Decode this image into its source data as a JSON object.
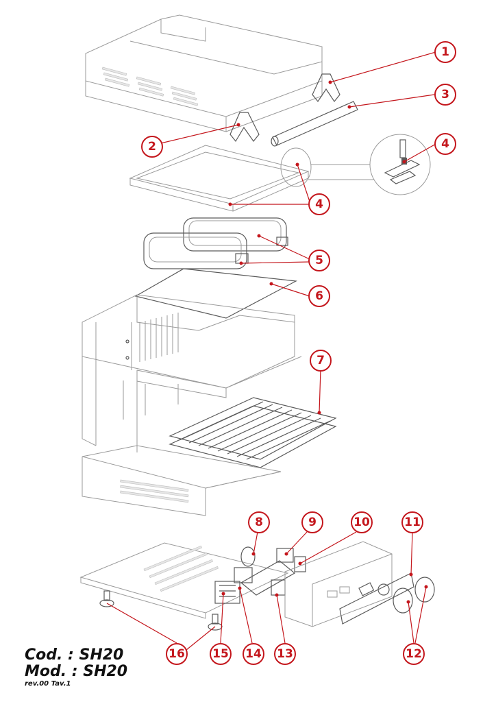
{
  "callouts": [
    {
      "number": "1"
    },
    {
      "number": "2"
    },
    {
      "number": "3"
    },
    {
      "number": "4"
    },
    {
      "number": "4"
    },
    {
      "number": "5"
    },
    {
      "number": "6"
    },
    {
      "number": "7"
    },
    {
      "number": "8"
    },
    {
      "number": "9"
    },
    {
      "number": "10"
    },
    {
      "number": "11"
    },
    {
      "number": "12"
    },
    {
      "number": "13"
    },
    {
      "number": "14"
    },
    {
      "number": "15"
    },
    {
      "number": "16"
    }
  ],
  "title_block": {
    "code": "Cod. : SH20",
    "model": "Mod. : SH20",
    "revision": "rev.00 Tav.1"
  },
  "colors": {
    "accent": "#c4161c",
    "line_art": "#9a9a9a"
  }
}
